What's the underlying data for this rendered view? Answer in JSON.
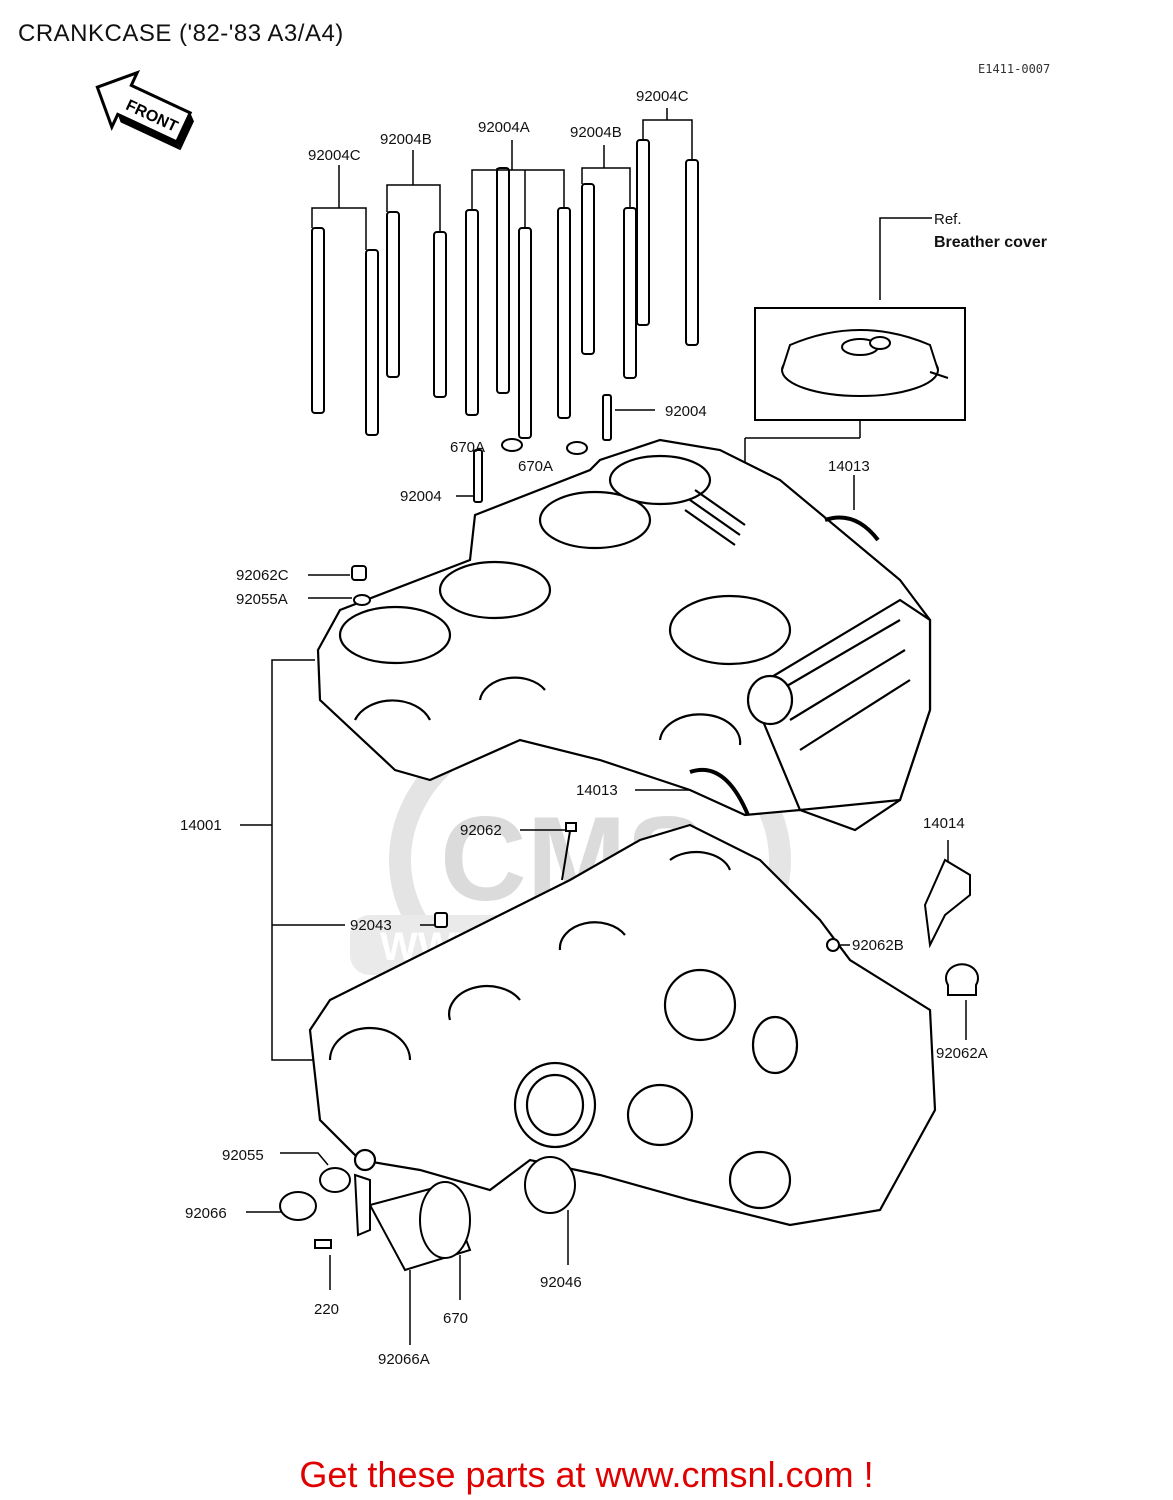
{
  "header": {
    "title": "CRANKCASE ('82-'83 A3/A4)",
    "ref_code": "E1411-0007",
    "front_label": "FRONT"
  },
  "breather": {
    "ref": "Ref.",
    "name": "Breather cover"
  },
  "watermark": {
    "logo": "CMS",
    "site": "WWW.CMSNL.COM"
  },
  "parts": {
    "p92004C_left": "92004C",
    "p92004B_left": "92004B",
    "p92004A": "92004A",
    "p92004B_right": "92004B",
    "p92004C_right": "92004C",
    "p92004_right": "92004",
    "p670A_left": "670A",
    "p670A_right": "670A",
    "p92004_left": "92004",
    "p14013_top": "14013",
    "p92062C": "92062C",
    "p92055A": "92055A",
    "p14001": "14001",
    "p14013_mid": "14013",
    "p92062": "92062",
    "p14014": "14014",
    "p92043": "92043",
    "p92062B": "92062B",
    "p92062A": "92062A",
    "p92055": "92055",
    "p92066": "92066",
    "p220": "220",
    "p670": "670",
    "p92046": "92046",
    "p92066A": "92066A"
  },
  "footer": {
    "text": "Get these parts at www.cmsnl.com !"
  }
}
